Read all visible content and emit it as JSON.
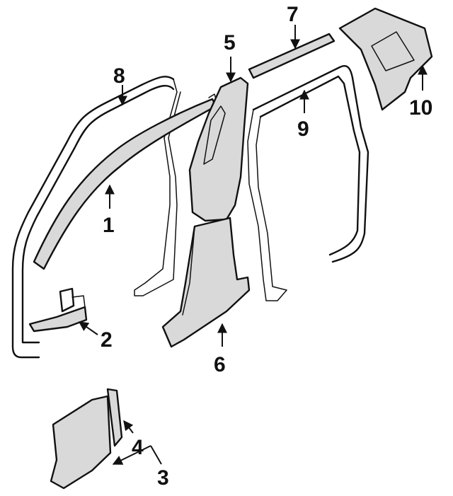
{
  "callouts": {
    "c1": "1",
    "c2": "2",
    "c3": "3",
    "c4": "4",
    "c5": "5",
    "c6": "6",
    "c7": "7",
    "c8": "8",
    "c9": "9",
    "c10": "10"
  },
  "colors": {
    "line": "#111111",
    "background": "#ffffff",
    "shading": "#d9d9d9"
  }
}
